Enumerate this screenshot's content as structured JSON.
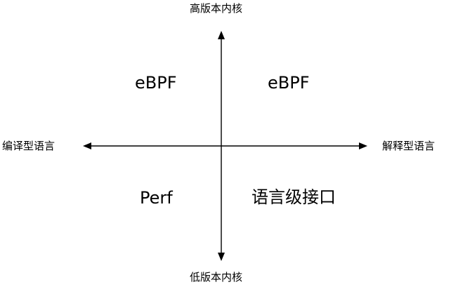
{
  "axes": {
    "top_label": "高版本内核",
    "bottom_label": "低版本内核",
    "left_label": "编译型语言",
    "right_label": "解释型语言"
  },
  "quadrants": {
    "top_left": "eBPF",
    "top_right": "eBPF",
    "bottom_left": "Perf",
    "bottom_right": "语言级接口"
  },
  "colors": {
    "line": "#000000",
    "background": "#ffffff"
  }
}
